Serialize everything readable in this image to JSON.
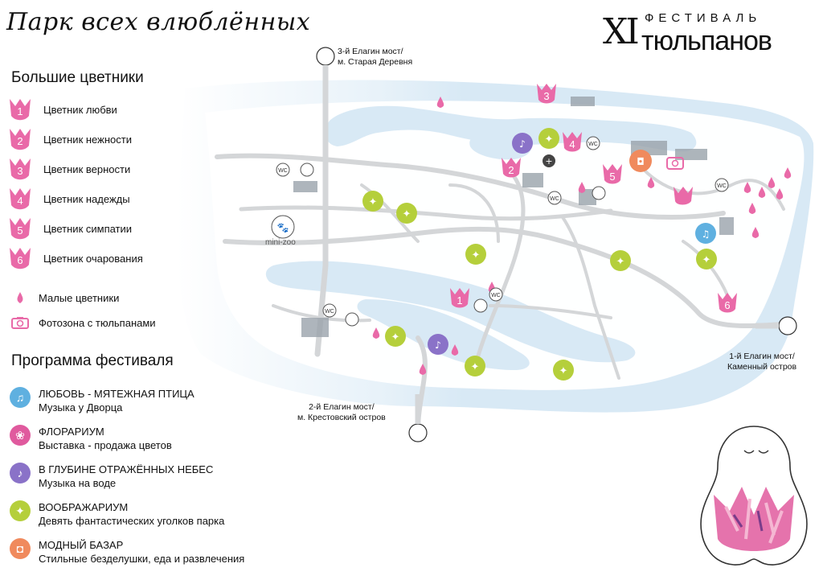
{
  "header": {
    "park_title": "Парк всех влюблённых",
    "festival_roman": "XI",
    "festival_word1": "ФЕСТИВАЛЬ",
    "festival_word2": "тюльпанов"
  },
  "legend": {
    "big_beds_title": "Большие цветники",
    "big_beds": [
      {
        "num": "1",
        "label": "Цветник любви"
      },
      {
        "num": "2",
        "label": "Цветник нежности"
      },
      {
        "num": "3",
        "label": "Цветник верности"
      },
      {
        "num": "4",
        "label": "Цветник надежды"
      },
      {
        "num": "5",
        "label": "Цветник симпатии"
      },
      {
        "num": "6",
        "label": "Цветник очарования"
      }
    ],
    "small_beds_label": "Малые цветники",
    "photo_zone_label": "Фотозона с тюльпанами",
    "program_title": "Программа фестиваля",
    "program": [
      {
        "title": "ЛЮБОВЬ - МЯТЕЖНАЯ ПТИЦА",
        "subtitle": "Музыка у Дворца",
        "color": "#5fb0e0",
        "icon": "lyre-icon"
      },
      {
        "title": "ФЛОРАРИУМ",
        "subtitle": "Выставка - продажа цветов",
        "color": "#e05a9e",
        "icon": "tulip-icon"
      },
      {
        "title": "В ГЛУБИНЕ ОТРАЖЁННЫХ НЕБЕС",
        "subtitle": "Музыка на воде",
        "color": "#8a72c8",
        "icon": "swan-icon"
      },
      {
        "title": "ВООБРАЖАРИУМ",
        "subtitle": "Девять фантастических уголков парка",
        "color": "#b5cf3b",
        "icon": "sparkle-icon"
      },
      {
        "title": "МОДНЫЙ БАЗАР",
        "subtitle": "Стильные безделушки, еда и развлечения",
        "color": "#f08a5d",
        "icon": "bag-icon"
      }
    ]
  },
  "map": {
    "bridges": [
      {
        "line1": "3-й Елагин мост/",
        "line2": "м. Старая Деревня"
      },
      {
        "line1": "1-й Елагин мост/",
        "line2": "Каменный остров"
      },
      {
        "line1": "2-й Елагин мост/",
        "line2": "м. Крестовский остров"
      }
    ],
    "wc_label": "WC",
    "minizoo_label": "mini-zoo",
    "colors": {
      "water": "#d8e9f5",
      "paths": "#d4d6d8",
      "land": "#ffffff",
      "pink": "#e96aa8",
      "green": "#b5cf3b",
      "purple": "#8a72c8",
      "blue": "#5fb0e0",
      "orange": "#f08a5d"
    }
  }
}
